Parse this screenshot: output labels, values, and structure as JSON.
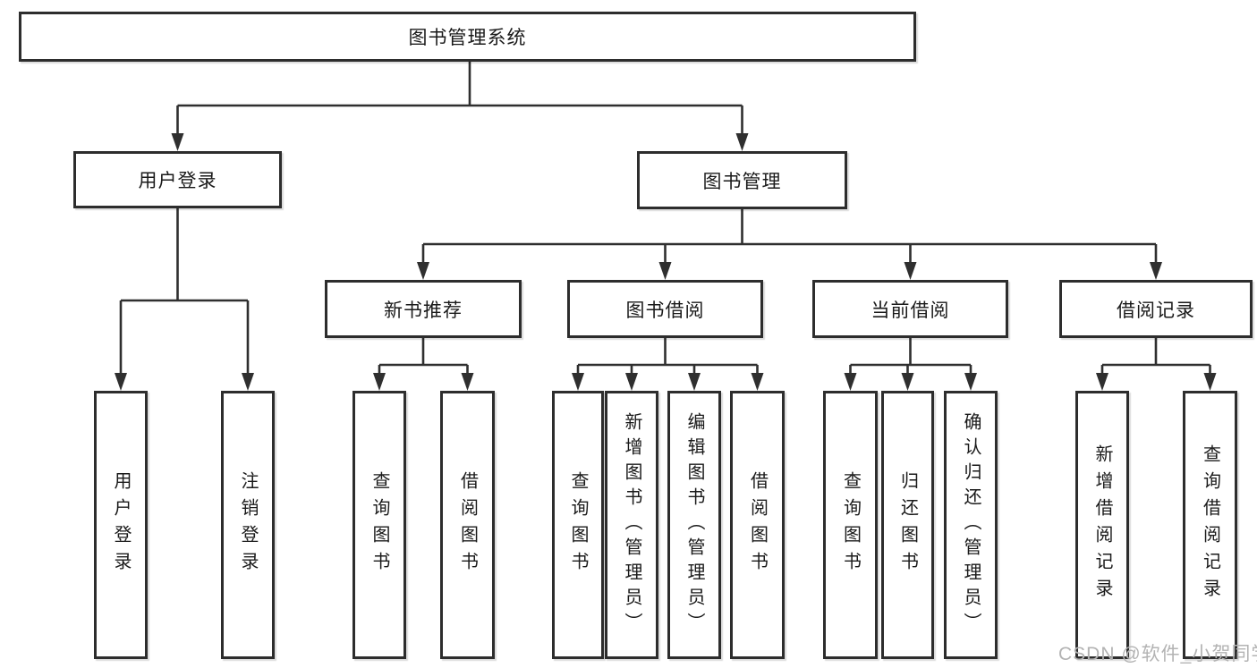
{
  "diagram": {
    "root": {
      "label": "图书管理系统"
    },
    "level2": {
      "user_login": {
        "label": "用户登录"
      },
      "book_mgmt": {
        "label": "图书管理"
      }
    },
    "level3": {
      "new_book_rec": {
        "label": "新书推荐"
      },
      "book_borrow": {
        "label": "图书借阅"
      },
      "current_borrow": {
        "label": "当前借阅"
      },
      "borrow_records": {
        "label": "借阅记录"
      }
    },
    "level4": {
      "ul_login": {
        "label": "用户登录"
      },
      "ul_logout": {
        "label": "注销登录"
      },
      "nbr_query": {
        "label": "查询图书"
      },
      "nbr_borrow": {
        "label": "借阅图书"
      },
      "bb_query": {
        "label": "查询图书"
      },
      "bb_add": {
        "label": "新增图书（管理员）"
      },
      "bb_edit": {
        "label": "编辑图书（管理员）"
      },
      "bb_borrow": {
        "label": "借阅图书"
      },
      "cb_query": {
        "label": "查询图书"
      },
      "cb_return": {
        "label": "归还图书"
      },
      "cb_confirm": {
        "label": "确认归还（管理员）"
      },
      "br_add": {
        "label": "新增借阅记录"
      },
      "br_query": {
        "label": "查询借阅记录"
      }
    },
    "edges": [
      {
        "from": "图书管理系统",
        "to": [
          "用户登录",
          "图书管理"
        ]
      },
      {
        "from": "用户登录",
        "to": [
          "用户登录",
          "注销登录"
        ]
      },
      {
        "from": "图书管理",
        "to": [
          "新书推荐",
          "图书借阅",
          "当前借阅",
          "借阅记录"
        ]
      },
      {
        "from": "新书推荐",
        "to": [
          "查询图书",
          "借阅图书"
        ]
      },
      {
        "from": "图书借阅",
        "to": [
          "查询图书",
          "新增图书（管理员）",
          "编辑图书（管理员）",
          "借阅图书"
        ]
      },
      {
        "from": "当前借阅",
        "to": [
          "查询图书",
          "归还图书",
          "确认归还（管理员）"
        ]
      },
      {
        "from": "借阅记录",
        "to": [
          "新增借阅记录",
          "查询借阅记录"
        ]
      }
    ]
  },
  "watermark": {
    "text": "CSDN @软件_小贺同学"
  },
  "colors": {
    "line": "#2f2f2f",
    "box_border": "#2d2d2d",
    "text": "#1a1a1a",
    "watermark": "#b3b3b3",
    "background": "#ffffff"
  }
}
